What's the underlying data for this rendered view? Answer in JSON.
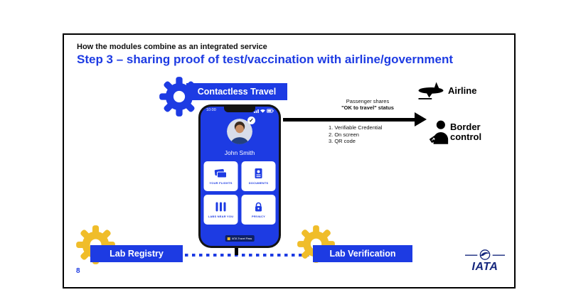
{
  "slide": {
    "page_number": "8",
    "kicker": "How the modules combine as an integrated service",
    "title": "Step 3 – sharing proof of test/vaccination with airline/government",
    "modules": {
      "contactless_travel": "Contactless Travel",
      "lab_registry": "Lab Registry",
      "lab_verification": "Lab Verification"
    },
    "phone": {
      "status_time": "10:00",
      "user_name": "John Smith",
      "tiles": [
        {
          "label": "YOUR FLIGHTS",
          "icon": "tickets-icon"
        },
        {
          "label": "DOCUMENTS",
          "icon": "passport-icon"
        },
        {
          "label": "LABS NEAR YOU",
          "icon": "test-tubes-icon"
        },
        {
          "label": "PRIVACY",
          "icon": "padlock-icon"
        }
      ],
      "app_badge": "IATA Travel Pass"
    },
    "share": {
      "line1": "Passenger shares",
      "line2": "\"OK to travel\" status",
      "methods": [
        "1. Verifiable Credential",
        "2. On screen",
        "3. QR code"
      ]
    },
    "destinations": {
      "airline_label": "Airline",
      "border_line1": "Border",
      "border_line2": "control"
    },
    "footer_logo": "IATA"
  },
  "icons": {
    "verified_check": "✓"
  },
  "colors": {
    "accent_blue": "#1d3be3",
    "gear_yellow": "#f0bd2a",
    "iata_navy": "#16277d",
    "arrow_black": "#000000"
  }
}
